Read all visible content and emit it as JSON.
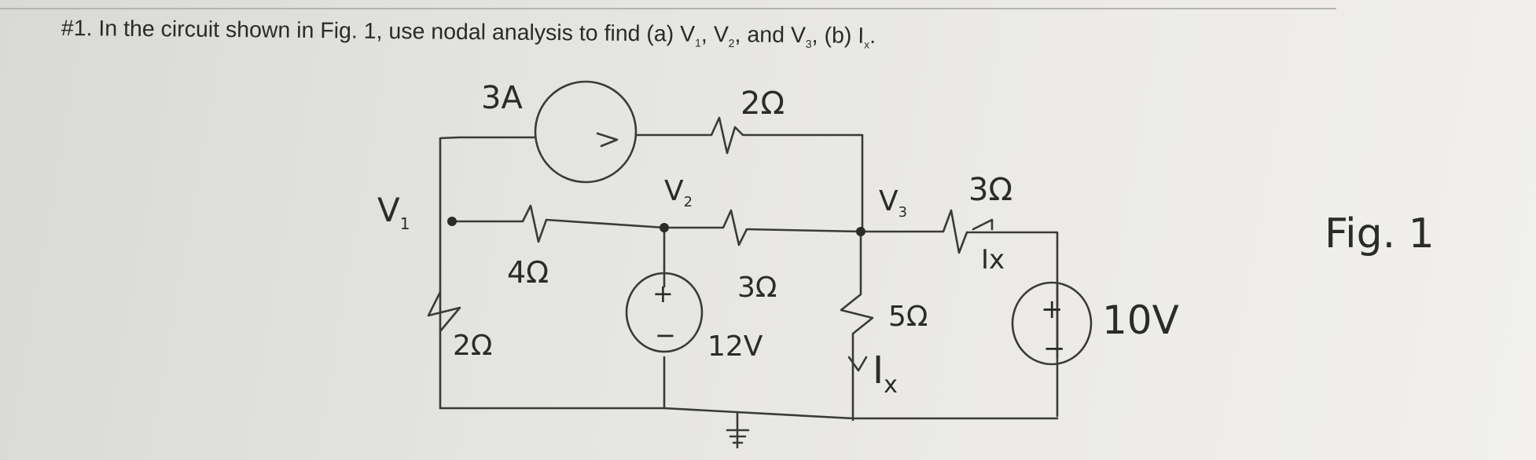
{
  "problem": {
    "number": "#1.",
    "text_before": "In the circuit shown in Fig. 1, use nodal analysis to find (a) V",
    "sub1": "1",
    "comma1": ", V",
    "sub2": "2",
    "comma2": ", and V",
    "sub3": "3",
    "text_after": ", (b) I",
    "sub4": "x",
    "end": "."
  },
  "circuit": {
    "current_source": "3A",
    "top_resistor": "2Ω",
    "node1": "V",
    "node1_sub": "1",
    "node2": "V",
    "node2_sub": "2",
    "node3": "V",
    "node3_sub": "3",
    "r_v1_v2": "4Ω",
    "r_v1_ground": "2Ω",
    "r_v2_v3": "3Ω",
    "r_v3_right": "3Ω",
    "r_v3_ground": "5Ω",
    "source_12v": "12V",
    "source_10v": "10V",
    "ix_label_top": "Ix",
    "ix_label_bottom": "I",
    "ix_sub": "x",
    "plus": "+",
    "minus": "−",
    "figure_label": "Fig. 1"
  },
  "colors": {
    "ink": "#2b2b2b"
  }
}
